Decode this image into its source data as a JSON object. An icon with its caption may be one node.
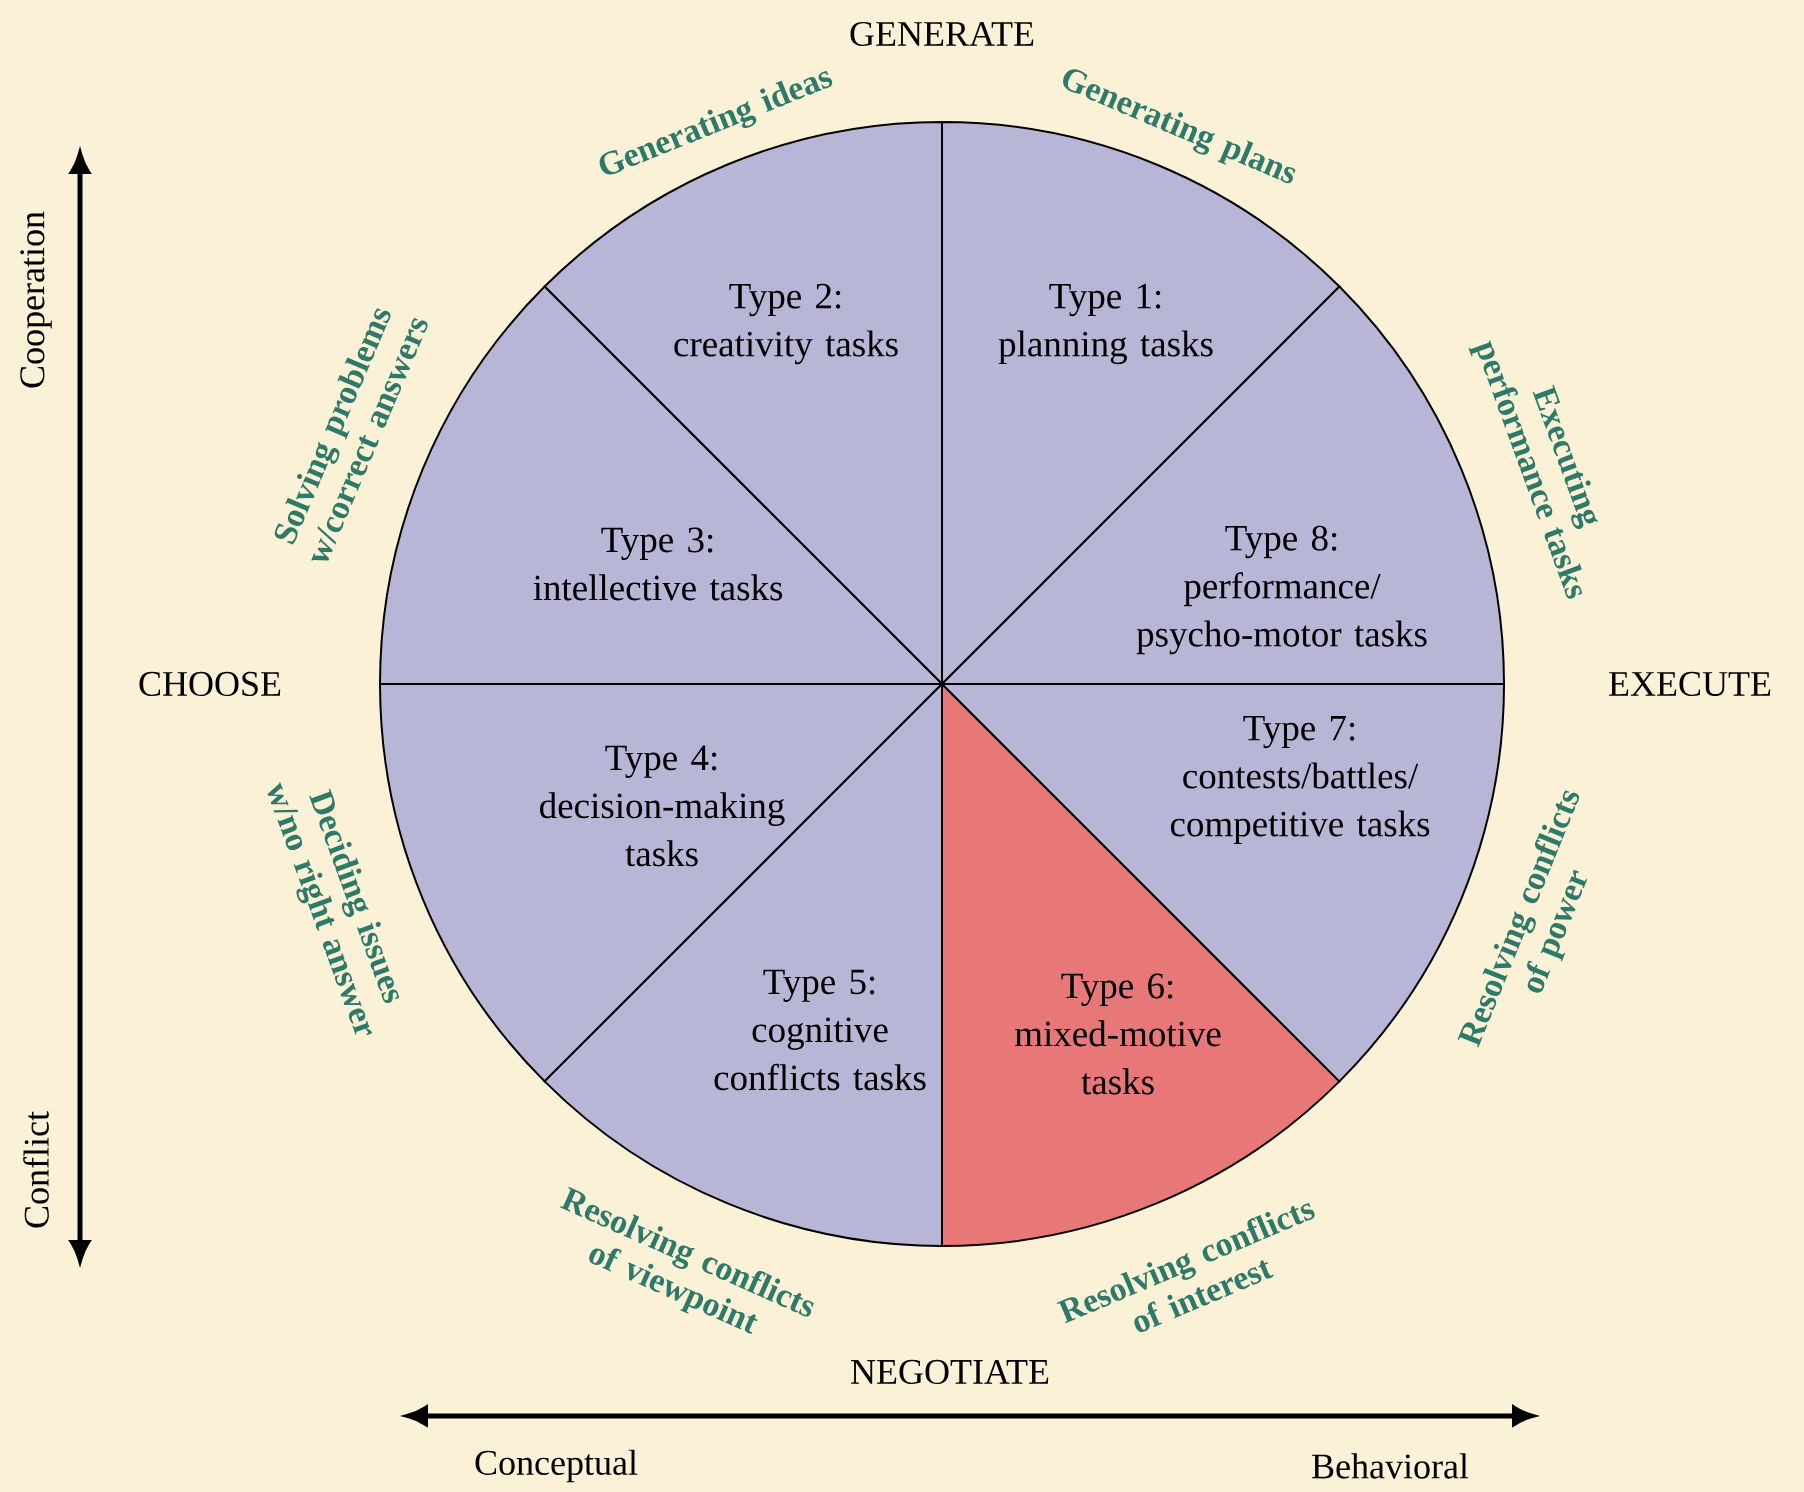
{
  "diagram": {
    "nodes": [
      {
        "text": [
          "Type 1:",
          "planning tasks"
        ],
        "beside": [
          "Generating plans"
        ]
      },
      {
        "text": [
          "Type 2:",
          "creativity tasks"
        ],
        "beside": [
          "Generating ideas"
        ]
      },
      {
        "text": [
          "Type 3:",
          "intellective tasks"
        ],
        "beside": [
          "Solving problems w/correct answers"
        ]
      },
      {
        "text": [
          "Type 4:",
          "decision-making tasks"
        ],
        "beside": [
          "Deciding issues w/no right answer"
        ]
      },
      {
        "text": [
          "Type 5:",
          "cognitive conflicts tasks"
        ],
        "beside": [
          "Resolving conflicts of viewpoint"
        ]
      },
      {
        "text": [
          "Type 6:",
          "mixed-motive tasks"
        ],
        "beside": [
          "Resolving conflicts of interest"
        ]
      },
      {
        "text": [
          "Type 7:",
          "contests/battles/ competitive tasks"
        ],
        "beside": [
          "Resolving conflicts of power"
        ]
      },
      {
        "text": [
          "Type 8:",
          "performance/ psycho-motor tasks"
        ],
        "beside": [
          "Executing performance tasks"
        ]
      }
    ],
    "edges": [],
    "labels": [
      "GENERATE",
      "Cooperation",
      "CHOOSE",
      "EXECUTE",
      "Conflict",
      "NEGOTIATE",
      "Conceptual",
      "Behavioral"
    ]
  }
}
